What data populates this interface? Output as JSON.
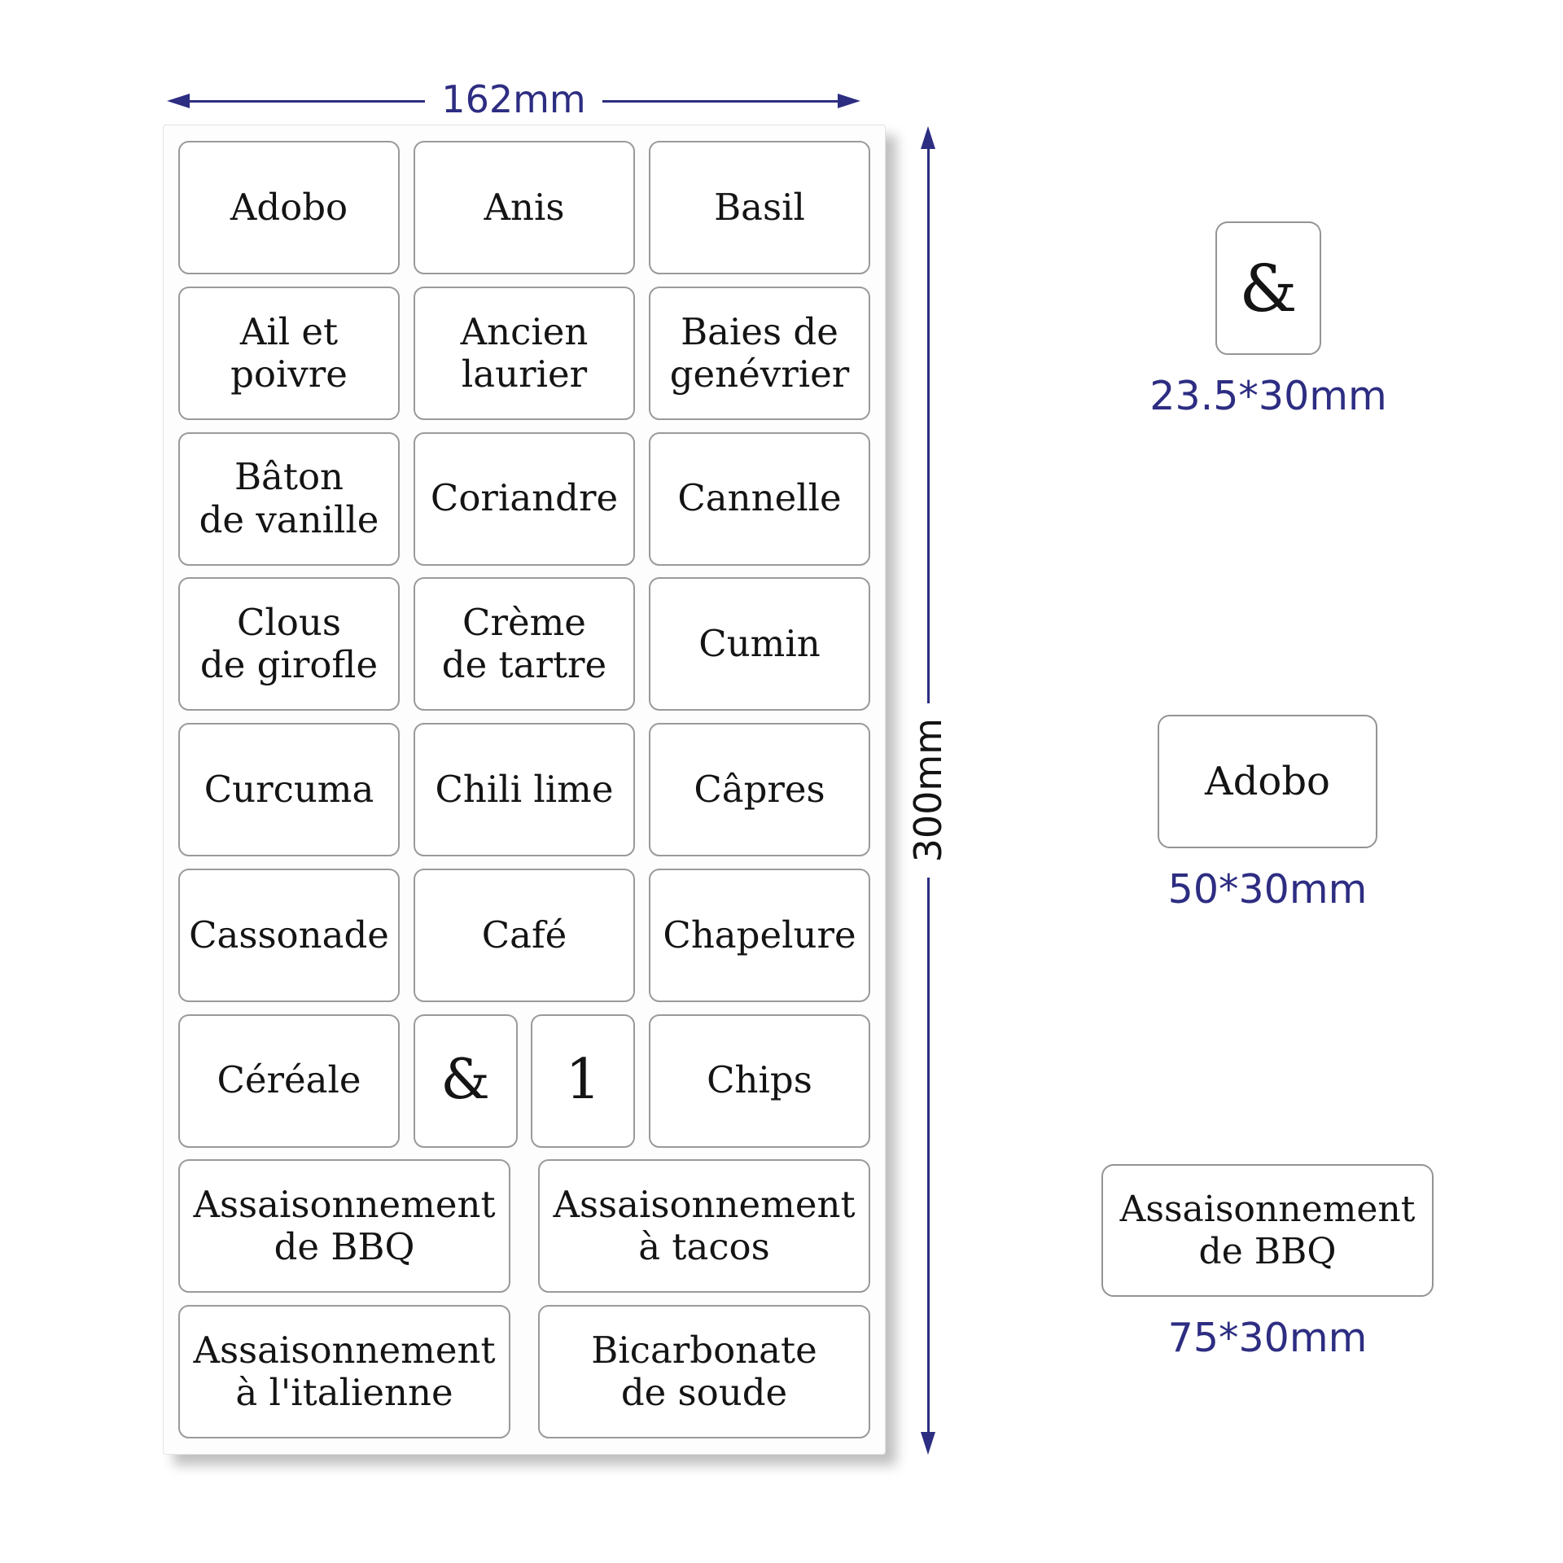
{
  "dimensions": {
    "sheet_width": "162mm",
    "sheet_height": "300mm"
  },
  "sheet_rows": [
    {
      "labels": [
        {
          "text": "Adobo"
        },
        {
          "text": "Anis"
        },
        {
          "text": "Basil"
        }
      ]
    },
    {
      "labels": [
        {
          "text": "Ail et\npoivre"
        },
        {
          "text": "Ancien\nlaurier"
        },
        {
          "text": "Baies de\ngenévrier"
        }
      ]
    },
    {
      "labels": [
        {
          "text": "Bâton\nde vanille"
        },
        {
          "text": "Coriandre"
        },
        {
          "text": "Cannelle"
        }
      ]
    },
    {
      "labels": [
        {
          "text": "Clous\nde girofle"
        },
        {
          "text": "Crème\nde tartre"
        },
        {
          "text": "Cumin"
        }
      ]
    },
    {
      "labels": [
        {
          "text": "Curcuma"
        },
        {
          "text": "Chili lime"
        },
        {
          "text": "Câpres"
        }
      ]
    },
    {
      "labels": [
        {
          "text": "Cassonade"
        },
        {
          "text": "Café"
        },
        {
          "text": "Chapelure"
        }
      ]
    },
    {
      "labels": [
        {
          "text": "Céréale"
        },
        {
          "text": "&"
        },
        {
          "text": "1"
        },
        {
          "text": "Chips"
        }
      ]
    },
    {
      "labels": [
        {
          "text": "Assaisonnement\nde BBQ"
        },
        {
          "text": "Assaisonnement\nà tacos"
        }
      ]
    },
    {
      "labels": [
        {
          "text": "Assaisonnement\nà l'italienne"
        },
        {
          "text": "Bicarbonate\nde soude"
        }
      ]
    }
  ],
  "samples": {
    "small": {
      "text": "&",
      "size": "23.5*30mm"
    },
    "medium": {
      "text": "Adobo",
      "size": "50*30mm"
    },
    "large": {
      "text": "Assaisonnement\nde BBQ",
      "size": "75*30mm"
    }
  },
  "colors": {
    "dimension_blue": "#2d2d82",
    "height_dim_text": "#131313",
    "label_text": "#141414",
    "label_border": "#9a9a9a"
  }
}
